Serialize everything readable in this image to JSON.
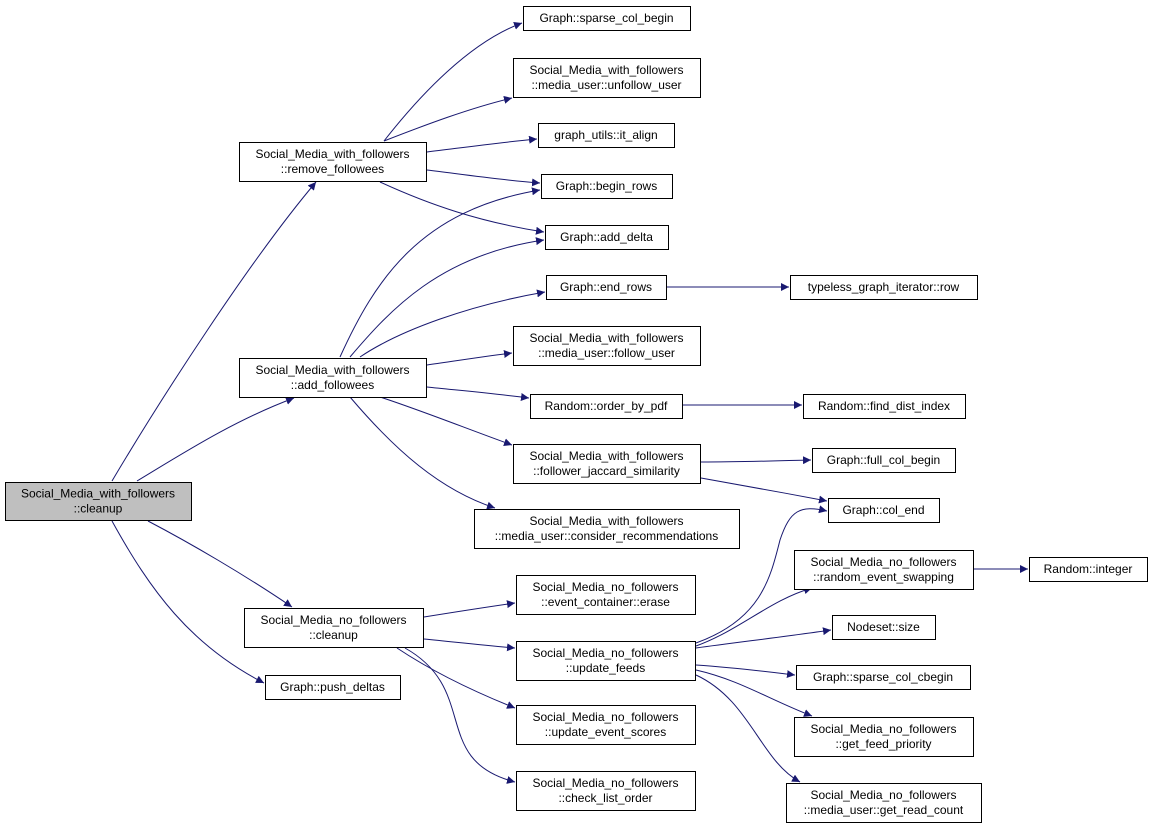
{
  "colors": {
    "edge": "#191970",
    "root_fill": "#bfbfbf",
    "node_fill": "#ffffff",
    "node_border": "#000000"
  },
  "nodes": {
    "n0": [
      "Social_Media_with_followers",
      "::cleanup"
    ],
    "n1": [
      "Social_Media_with_followers",
      "::remove_followees"
    ],
    "n2": [
      "Social_Media_with_followers",
      "::add_followees"
    ],
    "n3": [
      "Social_Media_no_followers",
      "::cleanup"
    ],
    "n4": [
      "Graph::push_deltas"
    ],
    "n5": [
      "Graph::sparse_col_begin"
    ],
    "n6": [
      "Social_Media_with_followers",
      "::media_user::unfollow_user"
    ],
    "n7": [
      "graph_utils::it_align"
    ],
    "n8": [
      "Graph::begin_rows"
    ],
    "n9": [
      "Graph::add_delta"
    ],
    "n10": [
      "Graph::end_rows"
    ],
    "n11": [
      "typeless_graph_iterator::row"
    ],
    "n12": [
      "Social_Media_with_followers",
      "::media_user::follow_user"
    ],
    "n13": [
      "Random::order_by_pdf"
    ],
    "n14": [
      "Random::find_dist_index"
    ],
    "n15": [
      "Social_Media_with_followers",
      "::follower_jaccard_similarity"
    ],
    "n16": [
      "Graph::full_col_begin"
    ],
    "n17": [
      "Graph::col_end"
    ],
    "n18": [
      "Social_Media_with_followers",
      "::media_user::consider_recommendations"
    ],
    "n19": [
      "Social_Media_no_followers",
      "::event_container::erase"
    ],
    "n20": [
      "Social_Media_no_followers",
      "::update_feeds"
    ],
    "n21": [
      "Social_Media_no_followers",
      "::random_event_swapping"
    ],
    "n22": [
      "Random::integer"
    ],
    "n23": [
      "Nodeset::size"
    ],
    "n24": [
      "Graph::sparse_col_cbegin"
    ],
    "n25": [
      "Social_Media_no_followers",
      "::get_feed_priority"
    ],
    "n26": [
      "Social_Media_no_followers",
      "::update_event_scores"
    ],
    "n27": [
      "Social_Media_no_followers",
      "::check_list_order"
    ],
    "n28": [
      "Social_Media_no_followers",
      "::media_user::get_read_count"
    ]
  },
  "edges": [
    [
      "n0",
      "n1"
    ],
    [
      "n0",
      "n2"
    ],
    [
      "n0",
      "n3"
    ],
    [
      "n0",
      "n4"
    ],
    [
      "n1",
      "n5"
    ],
    [
      "n1",
      "n6"
    ],
    [
      "n1",
      "n7"
    ],
    [
      "n1",
      "n8"
    ],
    [
      "n1",
      "n9"
    ],
    [
      "n2",
      "n8"
    ],
    [
      "n2",
      "n9"
    ],
    [
      "n2",
      "n10"
    ],
    [
      "n2",
      "n12"
    ],
    [
      "n2",
      "n13"
    ],
    [
      "n2",
      "n15"
    ],
    [
      "n2",
      "n18"
    ],
    [
      "n10",
      "n11"
    ],
    [
      "n13",
      "n14"
    ],
    [
      "n15",
      "n16"
    ],
    [
      "n15",
      "n17"
    ],
    [
      "n3",
      "n19"
    ],
    [
      "n3",
      "n20"
    ],
    [
      "n3",
      "n26"
    ],
    [
      "n3",
      "n27"
    ],
    [
      "n20",
      "n17"
    ],
    [
      "n20",
      "n21"
    ],
    [
      "n20",
      "n23"
    ],
    [
      "n20",
      "n24"
    ],
    [
      "n20",
      "n25"
    ],
    [
      "n20",
      "n28"
    ],
    [
      "n21",
      "n22"
    ]
  ]
}
